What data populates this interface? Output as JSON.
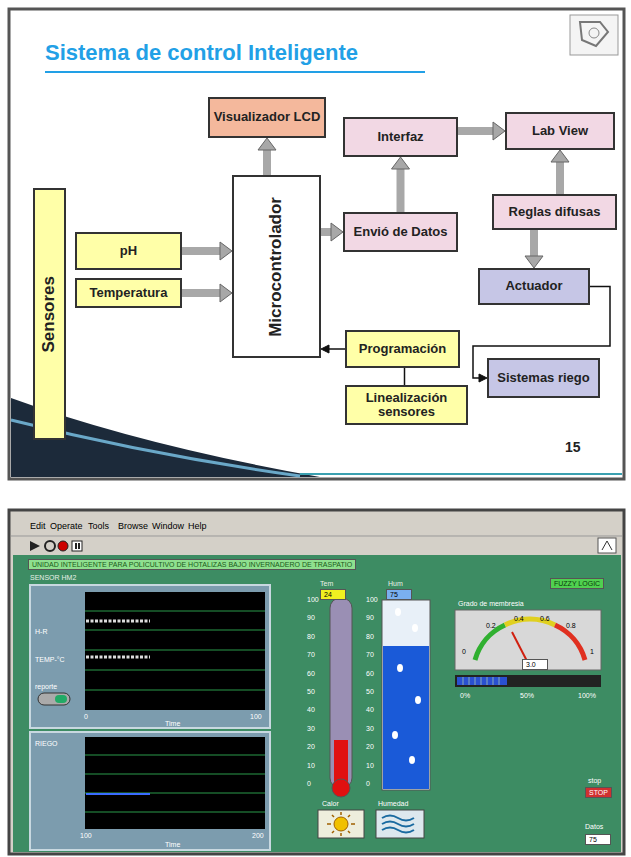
{
  "diagram": {
    "title": "Sistema de control Inteligente",
    "nodes": [
      {
        "text": [
          "Sensores"
        ]
      },
      {
        "text": [
          "pH"
        ]
      },
      {
        "text": [
          "Temperatura"
        ]
      },
      {
        "text": [
          "Microcontrolador"
        ]
      },
      {
        "text": [
          "Visualizador LCD"
        ]
      },
      {
        "text": [
          "Interfaz"
        ]
      },
      {
        "text": [
          "Envió de Datos"
        ]
      },
      {
        "text": [
          "Lab View"
        ]
      },
      {
        "text": [
          "Reglas difusas"
        ]
      },
      {
        "text": [
          "Actuador"
        ]
      },
      {
        "text": [
          "Programación"
        ]
      },
      {
        "text": [
          "Linealización sensores"
        ]
      },
      {
        "text": [
          "Sistemas riego"
        ]
      }
    ],
    "edges": [
      {
        "from": 1,
        "to": 3,
        "arrow": "to"
      },
      {
        "from": 2,
        "to": 3,
        "arrow": "to"
      },
      {
        "from": 3,
        "to": 4,
        "arrow": "to"
      },
      {
        "from": 3,
        "to": 6,
        "arrow": "to"
      },
      {
        "from": 6,
        "to": 5,
        "arrow": "to"
      },
      {
        "from": 5,
        "to": 7,
        "arrow": "to"
      },
      {
        "from": 8,
        "to": 7,
        "arrow": "to"
      },
      {
        "from": 8,
        "to": 9,
        "arrow": "to"
      },
      {
        "from": 9,
        "to": 12,
        "arrow": "to"
      },
      {
        "from": 10,
        "to": 3,
        "arrow": "to"
      },
      {
        "from": 11,
        "to": 10,
        "arrow": "none"
      }
    ],
    "labels": [
      "15",
      "Edit",
      "Operate",
      "Tools",
      "Browse",
      "Window",
      "Help",
      "UNIDAD INTELIGENTE PARA POLICULTIVO DE HOTALIZAS BAJO INVERNADERO DE TRASPATIO",
      "SENSOR HM2",
      "H-R",
      "TEMP-°C",
      "reporte",
      "0",
      "100",
      "Time",
      "RIEGO",
      "100",
      "200",
      "Time",
      "Tem",
      "24",
      "Hum",
      "75",
      "100",
      "90",
      "80",
      "70",
      "60",
      "50",
      "40",
      "30",
      "20",
      "10",
      "0",
      "100",
      "90",
      "80",
      "70",
      "60",
      "50",
      "40",
      "30",
      "20",
      "10",
      "0",
      "Calor",
      "Humedad",
      "FUZZY LOGIC",
      "Grado de membresia",
      "0.2",
      "0.4",
      "0.6",
      "0.8",
      "0",
      "1",
      "3.0",
      "0%",
      "50%",
      "100%",
      "stop",
      "STOP",
      "Datos",
      "75"
    ]
  }
}
